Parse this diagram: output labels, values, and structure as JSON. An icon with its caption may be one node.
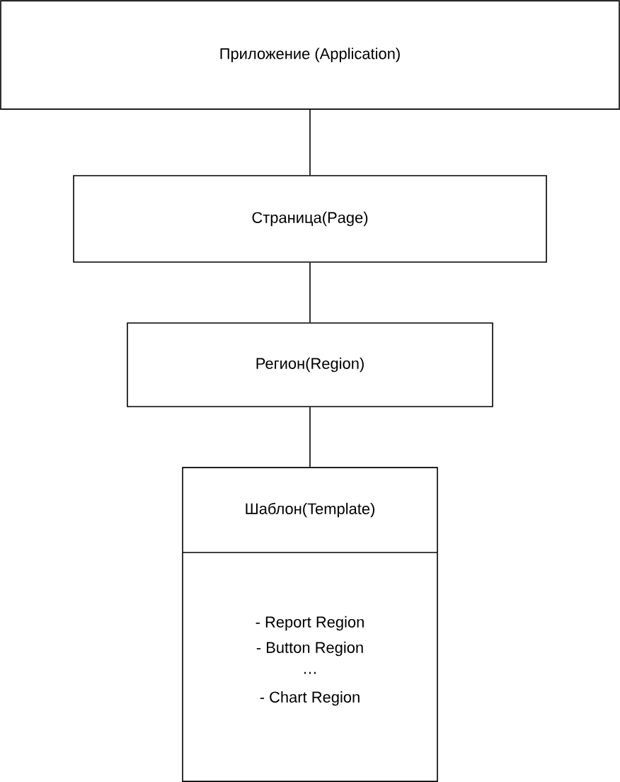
{
  "diagram": {
    "nodes": [
      {
        "text": [
          "Приложение (Application)"
        ]
      },
      {
        "text": [
          "Страница(Page)"
        ]
      },
      {
        "text": [
          "Регион(Region)"
        ]
      },
      {
        "text": [
          "Шаблон(Template)",
          "- Report Region",
          "- Button Region",
          "…",
          "- Chart Region"
        ]
      }
    ],
    "edges": [
      {
        "from": 0,
        "to": 1,
        "arrow": "none"
      },
      {
        "from": 1,
        "to": 2,
        "arrow": "none"
      },
      {
        "from": 2,
        "to": 3,
        "arrow": "none"
      }
    ]
  }
}
